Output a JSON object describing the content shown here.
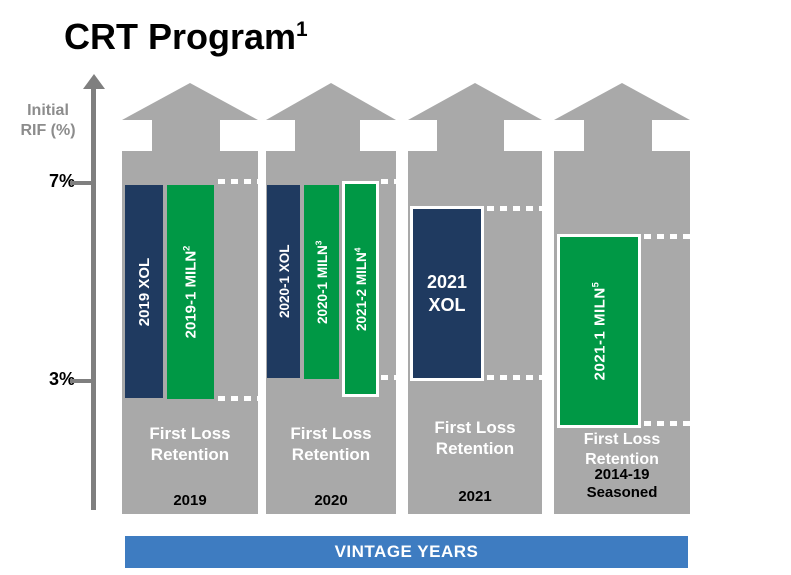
{
  "title": {
    "text": "CRT Program",
    "superscript": "1"
  },
  "y_axis": {
    "label": "Initial\nRIF (%)",
    "ticks": [
      "7%",
      "3%"
    ]
  },
  "columns": [
    {
      "year_label": "2019",
      "retention_label": "First Loss\nRetention",
      "bars": [
        {
          "label": "2019 XOL",
          "superscript": ""
        },
        {
          "label": "2019-1 MILN",
          "superscript": "2"
        }
      ]
    },
    {
      "year_label": "2020",
      "retention_label": "First Loss\nRetention",
      "bars": [
        {
          "label": "2020-1 XOL",
          "superscript": ""
        },
        {
          "label": "2020-1 MILN",
          "superscript": "3"
        },
        {
          "label": "2021-2 MILN",
          "superscript": "4"
        }
      ]
    },
    {
      "year_label": "2021",
      "retention_label": "First Loss\nRetention",
      "bars": [
        {
          "label": "2021\nXOL",
          "superscript": ""
        }
      ]
    },
    {
      "year_label": "2014-19\nSeasoned",
      "retention_label": "First Loss\nRetention",
      "bars": [
        {
          "label": "2021-1 MILN",
          "superscript": "5"
        }
      ]
    }
  ],
  "footer": {
    "label": "VINTAGE YEARS"
  },
  "colors": {
    "navy": "#1f3a60",
    "green": "#009845",
    "column_gray": "#a9a9a9",
    "axis_gray": "#7f7f7f",
    "axis_label_gray": "#8c8c8c",
    "footer_blue": "#3e7cc1",
    "dotted_line": "#ffffff"
  },
  "chart_data": {
    "type": "bar",
    "title": "CRT Program",
    "title_footnote": "1",
    "ylabel": "Initial RIF (%)",
    "yticks_labeled": [
      7,
      3
    ],
    "ylim_shown_pct": [
      2,
      7.5
    ],
    "xlabel": "VINTAGE YEARS",
    "categories": [
      "2019",
      "2020",
      "2021",
      "2014-19 Seasoned"
    ],
    "base_segment_label": "First Loss Retention",
    "series": [
      {
        "category": "2019",
        "tranches": [
          {
            "name": "2019 XOL",
            "footnote": "",
            "color": "#1f3a60",
            "rif_top_pct": 7.0,
            "rif_bottom_pct": 2.7
          },
          {
            "name": "2019-1 MILN",
            "footnote": "2",
            "color": "#009845",
            "rif_top_pct": 7.0,
            "rif_bottom_pct": 2.7
          }
        ]
      },
      {
        "category": "2020",
        "tranches": [
          {
            "name": "2020-1 XOL",
            "footnote": "",
            "color": "#1f3a60",
            "rif_top_pct": 7.0,
            "rif_bottom_pct": 3.0
          },
          {
            "name": "2020-1 MILN",
            "footnote": "3",
            "color": "#009845",
            "rif_top_pct": 7.0,
            "rif_bottom_pct": 3.0
          },
          {
            "name": "2021-2 MILN",
            "footnote": "4",
            "color": "#009845",
            "rif_top_pct": 7.1,
            "rif_bottom_pct": 2.7
          }
        ]
      },
      {
        "category": "2021",
        "tranches": [
          {
            "name": "2021 XOL",
            "footnote": "",
            "color": "#1f3a60",
            "rif_top_pct": 6.5,
            "rif_bottom_pct": 3.0
          }
        ]
      },
      {
        "category": "2014-19 Seasoned",
        "tranches": [
          {
            "name": "2021-1 MILN",
            "footnote": "5",
            "color": "#009845",
            "rif_top_pct": 5.9,
            "rif_bottom_pct": 2.1
          }
        ]
      }
    ]
  }
}
